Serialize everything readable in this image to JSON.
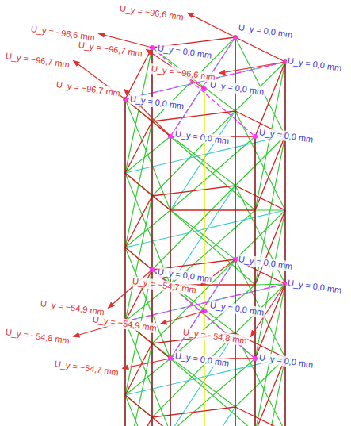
{
  "diagram": {
    "labels": [
      "U_y = −96,6 mm",
      "U_y = −96,6 mm",
      "U_y = −96,7 mm",
      "U_y = −96,7 mm",
      "U_y = −96,7 mm",
      "U_y = −96,6 mm",
      "U_y = 0,0 mm",
      "U_y = 0,0 mm",
      "U_y = 0,0 mm",
      "U_y = 0,0 mm",
      "U_y = 0,0 mm",
      "U_y = 0,0 mm",
      "U_y = 0,0 mm",
      "U_y = −54,9 mm",
      "U_y = −54,8 mm",
      "U_y = −54,7 mm",
      "U_y = −54,7 mm",
      "U_y = −54,9 mm",
      "U_y = −54,8 mm",
      "U_y = 0,0 mm",
      "U_y = 0,0 mm",
      "U_y = 0,0 mm",
      "U_y = 0,0 mm",
      "U_y = 0,0 mm",
      "U_y = 0,0 mm"
    ]
  }
}
